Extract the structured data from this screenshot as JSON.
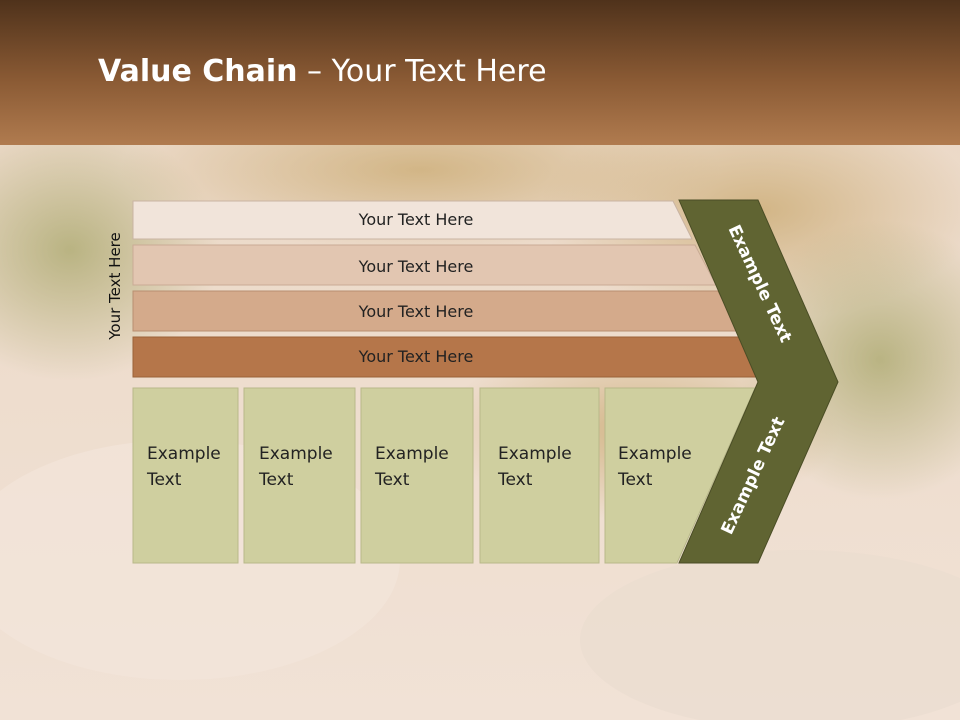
{
  "title": {
    "bold": "Value Chain",
    "rest": " – Your Text Here"
  },
  "side_label": "Your Text Here",
  "bars": [
    {
      "label": "Your Text Here",
      "color": "#f1e4da"
    },
    {
      "label": "Your Text Here",
      "color": "#e2c6b1"
    },
    {
      "label": "Your Text Here",
      "color": "#d4aa8b"
    },
    {
      "label": "Your Text Here",
      "color": "#b5764a"
    }
  ],
  "boxes": [
    {
      "line1": "Example",
      "line2": "Text"
    },
    {
      "line1": "Example",
      "line2": "Text"
    },
    {
      "line1": "Example",
      "line2": "Text"
    },
    {
      "line1": "Example",
      "line2": "Text"
    },
    {
      "line1": "Example",
      "line2": "Text"
    }
  ],
  "chevron": {
    "upper_label": "Example Text",
    "lower_label": "Example Text",
    "color": "#606432"
  },
  "colors": {
    "box_fill": "#cfcf9f",
    "box_border": "#b8b88a"
  }
}
